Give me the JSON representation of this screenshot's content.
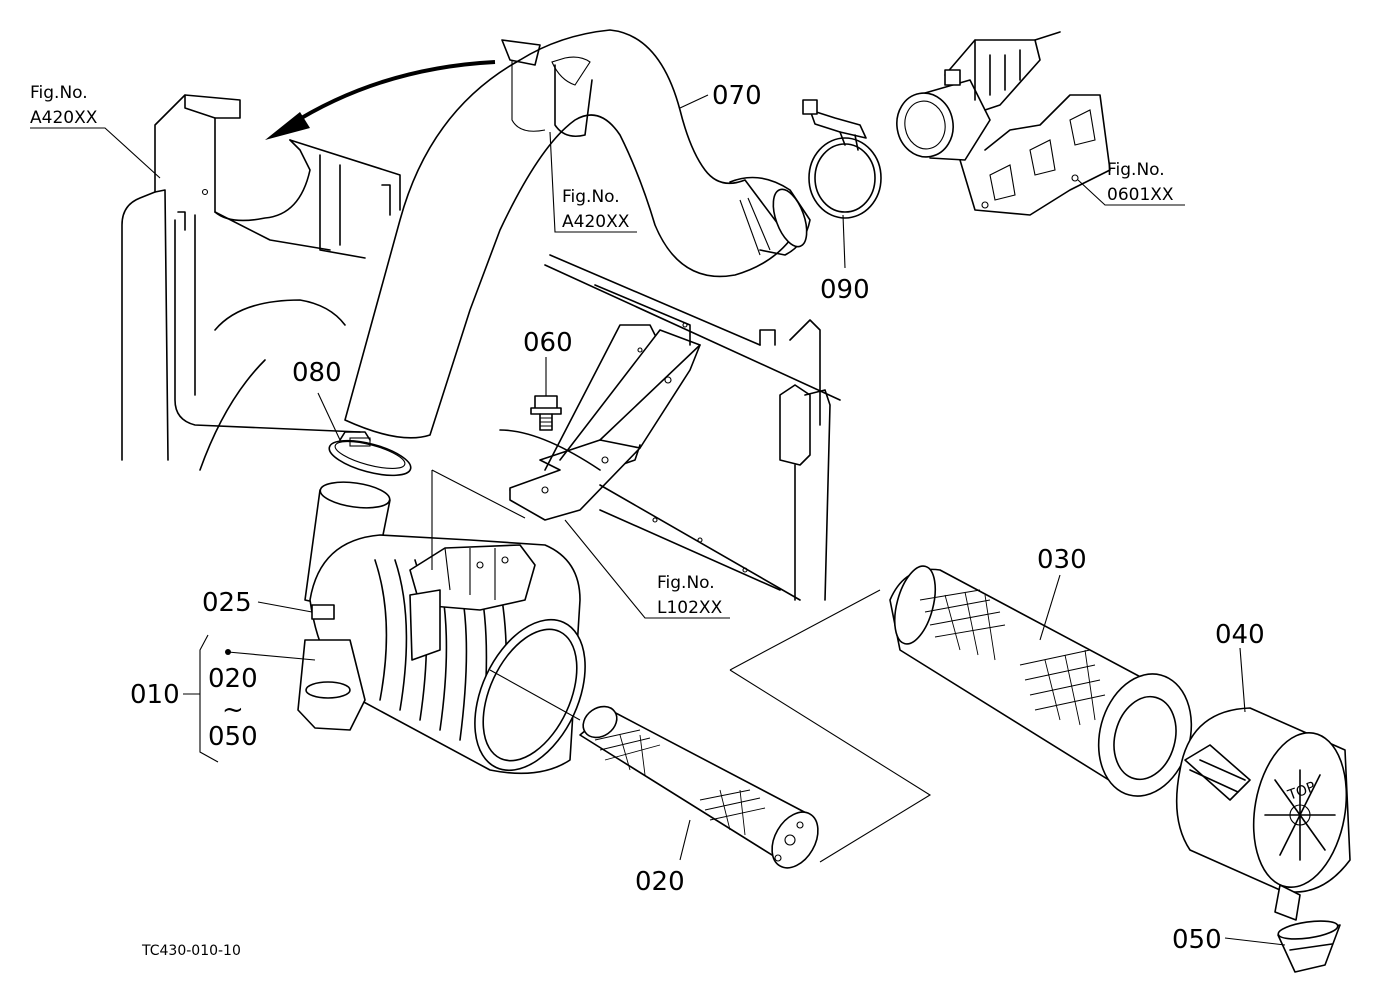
{
  "callouts": {
    "p070": "070",
    "p090": "090",
    "p080": "080",
    "p060": "060",
    "p025": "025",
    "p010": "010",
    "p020_range_start": "020",
    "p_range_sep": "~",
    "p050_range_end": "050",
    "p020": "020",
    "p030": "030",
    "p040": "040",
    "p050": "050"
  },
  "figure_refs": {
    "ref_a420_left": {
      "label": "Fig.No.",
      "code": "A420XX"
    },
    "ref_a420_center": {
      "label": "Fig.No.",
      "code": "A420XX"
    },
    "ref_0601": {
      "label": "Fig.No.",
      "code": "0601XX"
    },
    "ref_l102": {
      "label": "Fig.No.",
      "code": "L102XX"
    }
  },
  "drawing_code": "TC430-010-10"
}
